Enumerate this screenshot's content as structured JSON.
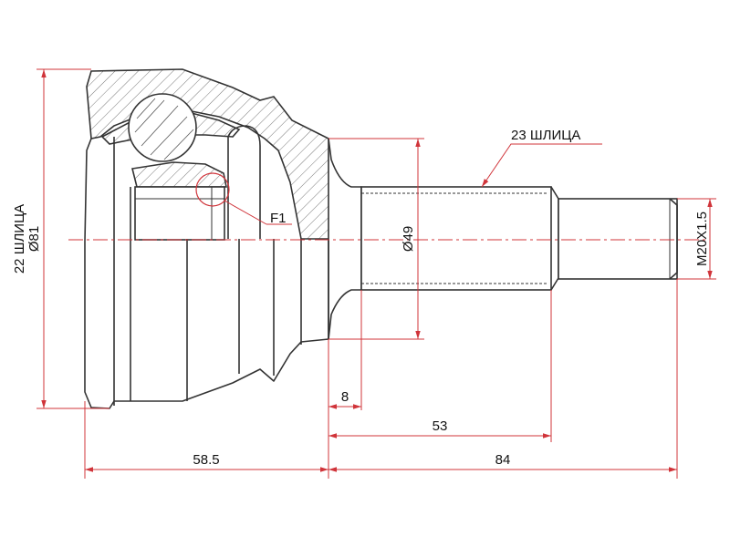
{
  "colors": {
    "dimension": "#d0343a",
    "outline": "#333333",
    "background": "#ffffff"
  },
  "labels": {
    "outer_splines": "22 ШЛИЦА",
    "outer_diameter": "Ø81",
    "inner_splines": "23 ШЛИЦА",
    "shaft_diameter": "Ø49",
    "thread": "M20X1.5",
    "detail": "F1",
    "len_bell": "58.5",
    "len_collar": "8",
    "len_spline": "53",
    "len_shaft": "84"
  }
}
